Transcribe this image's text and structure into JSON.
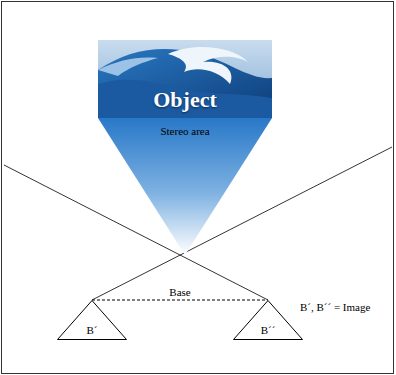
{
  "diagram": {
    "nodes": [
      {
        "text": [
          "Object"
        ]
      },
      {
        "text": [
          "Stereo area"
        ]
      },
      {
        "text": [
          "B´"
        ]
      },
      {
        "text": [
          "B´´"
        ]
      }
    ],
    "edges": [
      {
        "from": 2,
        "to": 3,
        "arrow": "none",
        "label": "Base"
      }
    ],
    "labels": [
      "B´, B´´ = Image"
    ]
  }
}
